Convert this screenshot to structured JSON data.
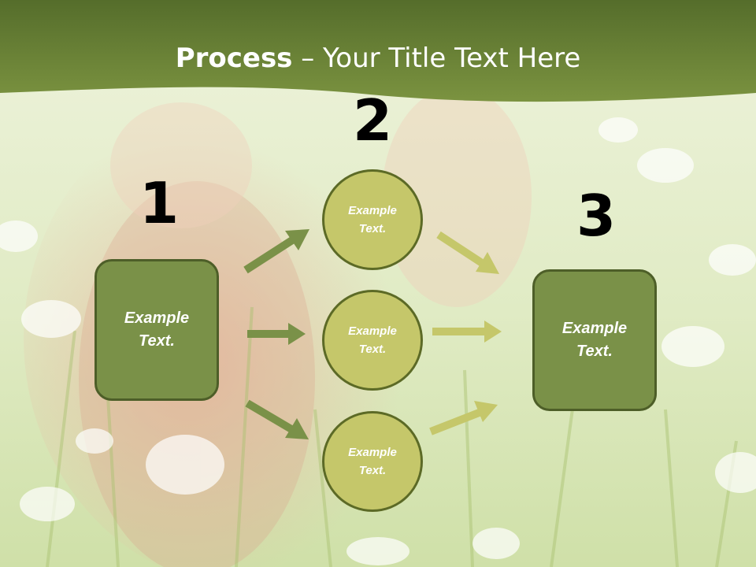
{
  "slide": {
    "title_bold": "Process",
    "title_rest": " – Your Title Text Here"
  },
  "steps": {
    "step1": {
      "number": "1",
      "label": "Example Text."
    },
    "step2": {
      "number": "2",
      "circles": [
        {
          "label": "Example Text."
        },
        {
          "label": "Example Text."
        },
        {
          "label": "Example Text."
        }
      ]
    },
    "step3": {
      "number": "3",
      "label": "Example Text."
    }
  },
  "colors": {
    "header_green": "#6b8436",
    "box_fill": "#7a9148",
    "box_border": "#4d5e28",
    "circle_fill": "#c5c76a",
    "circle_border": "#5c6a26",
    "arrow_dark": "#7a9148",
    "arrow_light": "#c5c76a"
  }
}
